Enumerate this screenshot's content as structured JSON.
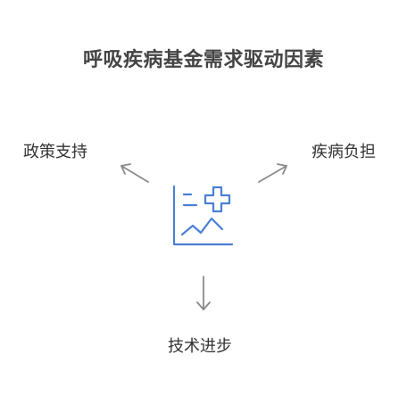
{
  "title": "呼吸疾病基金需求驱动因素",
  "center": {
    "icon": "medical-chart-icon",
    "color": "#4a7fd4"
  },
  "drivers": {
    "left": "政策支持",
    "right": "疾病负担",
    "bottom": "技术进步"
  },
  "colors": {
    "arrow": "#8a8a8a",
    "text": "#333333",
    "title": "#444444"
  }
}
